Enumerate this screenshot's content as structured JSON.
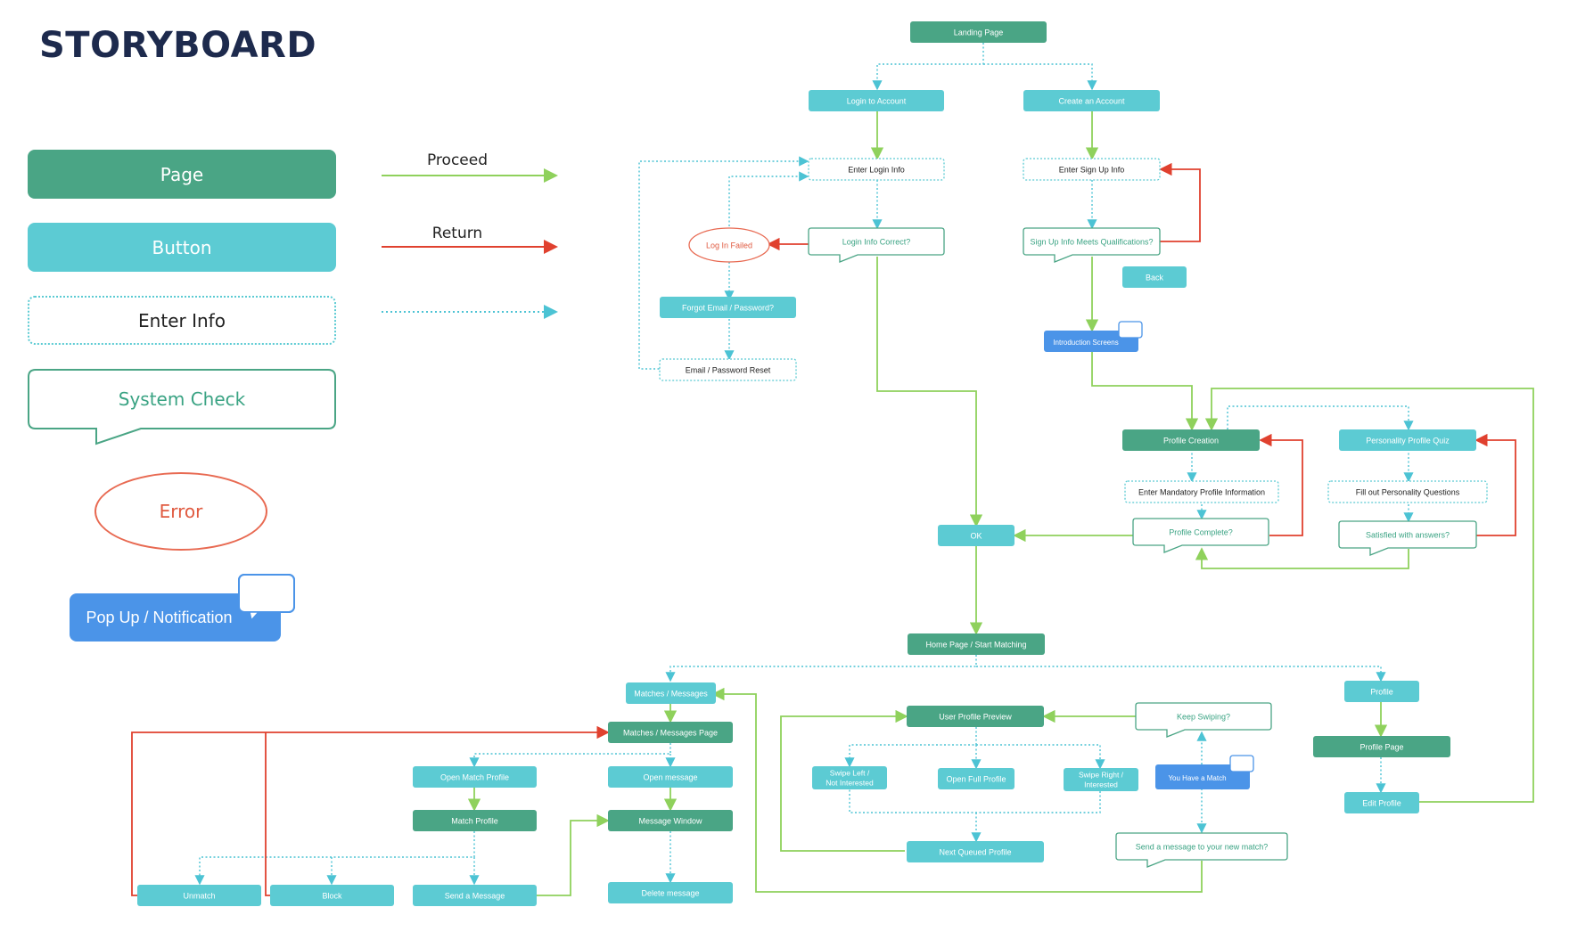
{
  "title": "STORYBOARD",
  "legend": {
    "page": "Page",
    "button": "Button",
    "enter_info": "Enter Info",
    "system_check": "System Check",
    "error": "Error",
    "popup": "Pop Up / Notification",
    "proceed": "Proceed",
    "return": "Return"
  },
  "colors": {
    "page": "#4aa585",
    "button": "#5ccbd3",
    "popup": "#4b94e8",
    "proceed": "#8fd15c",
    "return": "#e0412f",
    "dotted": "#4cc3d4",
    "check_text": "#3aa383",
    "error": "#e86a52"
  },
  "nodes": {
    "landing": "Landing Page",
    "login": "Login to Account",
    "create": "Create an Account",
    "enter_login": "Enter Login Info",
    "enter_signup": "Enter Sign Up Info",
    "login_correct": "Login Info Correct?",
    "signup_check": "Sign Up Info Meets Qualifications?",
    "login_failed": "Log In Failed",
    "forgot": "Forgot Email / Password?",
    "reset": "Email / Password Reset",
    "back": "Back",
    "intro": "Introduction Screens",
    "profile_creation": "Profile Creation",
    "personality_quiz": "Personality Profile Quiz",
    "enter_mandatory": "Enter Mandatory Profile Information",
    "fill_personality": "Fill out Personality Questions",
    "profile_complete": "Profile Complete?",
    "satisfied": "Satisfied with answers?",
    "ok": "OK",
    "home": "Home Page / Start Matching",
    "matches_messages": "Matches / Messages",
    "profile": "Profile",
    "matches_page": "Matches / Messages Page",
    "user_preview": "User Profile Preview",
    "keep_swiping": "Keep Swiping?",
    "profile_page": "Profile Page",
    "swipe_left_1": "Swipe Left /",
    "swipe_left_2": "Not Interested",
    "open_full": "Open Full Profile",
    "swipe_right_1": "Swipe Right /",
    "swipe_right_2": "Interested",
    "you_have_match": "You Have a Match",
    "open_match_profile": "Open Match Profile",
    "open_message": "Open message",
    "edit_profile": "Edit Profile",
    "match_profile": "Match Profile",
    "message_window": "Message Window",
    "next_queued": "Next Queued Profile",
    "send_new_match": "Send a message to your new match?",
    "unmatch": "Unmatch",
    "block": "Block",
    "send_message": "Send a Message",
    "delete_message": "Delete message"
  }
}
